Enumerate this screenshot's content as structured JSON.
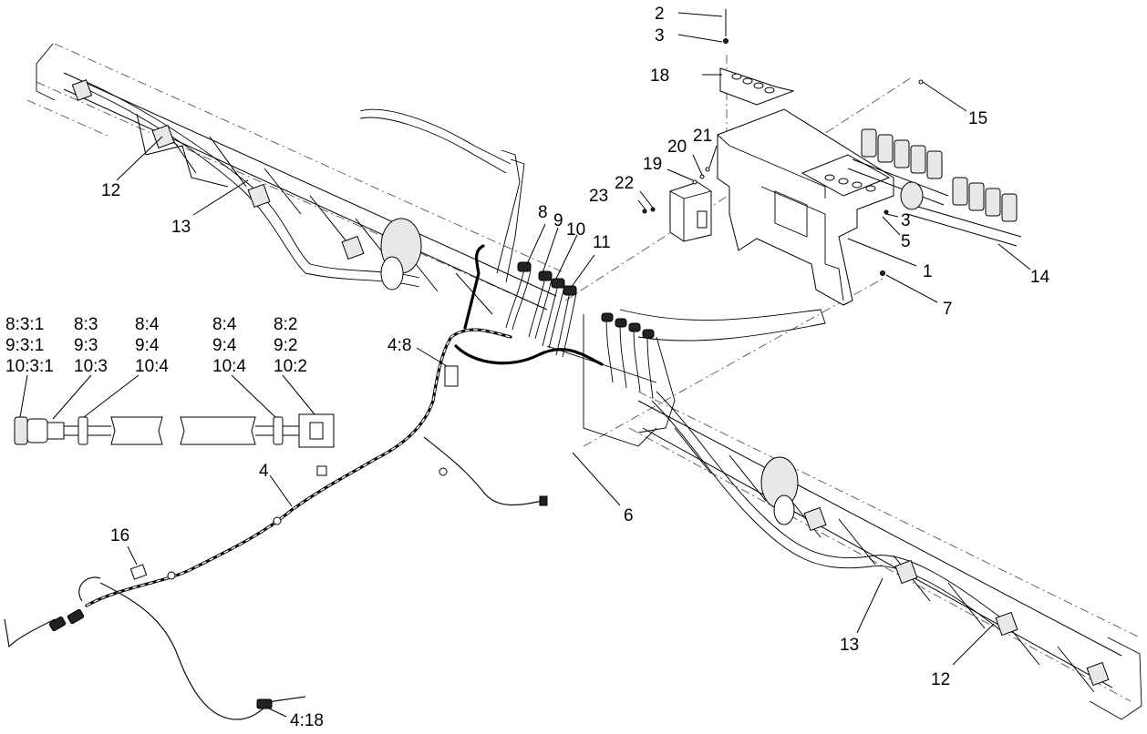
{
  "diagram": {
    "callouts": {
      "c2": "2",
      "c3_top": "3",
      "c18": "18",
      "c15": "15",
      "c21": "21",
      "c20": "20",
      "c19": "19",
      "c22": "22",
      "c23": "23",
      "c3_right": "3",
      "c5": "5",
      "c1": "1",
      "c14": "14",
      "c7": "7",
      "c8": "8",
      "c9": "9",
      "c10": "10",
      "c11": "11",
      "c12_left": "12",
      "c13_left": "13",
      "c4_8": "4:8",
      "c4": "4",
      "c6": "6",
      "c16": "16",
      "c4_18": "4:18",
      "c13_right": "13",
      "c12_right": "12"
    },
    "hose_detail": {
      "col1": [
        "8:3:1",
        "9:3:1",
        "10:3:1"
      ],
      "col2": [
        "8:3",
        "9:3",
        "10:3"
      ],
      "col3": [
        "8:4",
        "9:4",
        "10:4"
      ],
      "col4": [
        "8:4",
        "9:4",
        "10:4"
      ],
      "col5": [
        "8:2",
        "9:2",
        "10:2"
      ]
    }
  }
}
